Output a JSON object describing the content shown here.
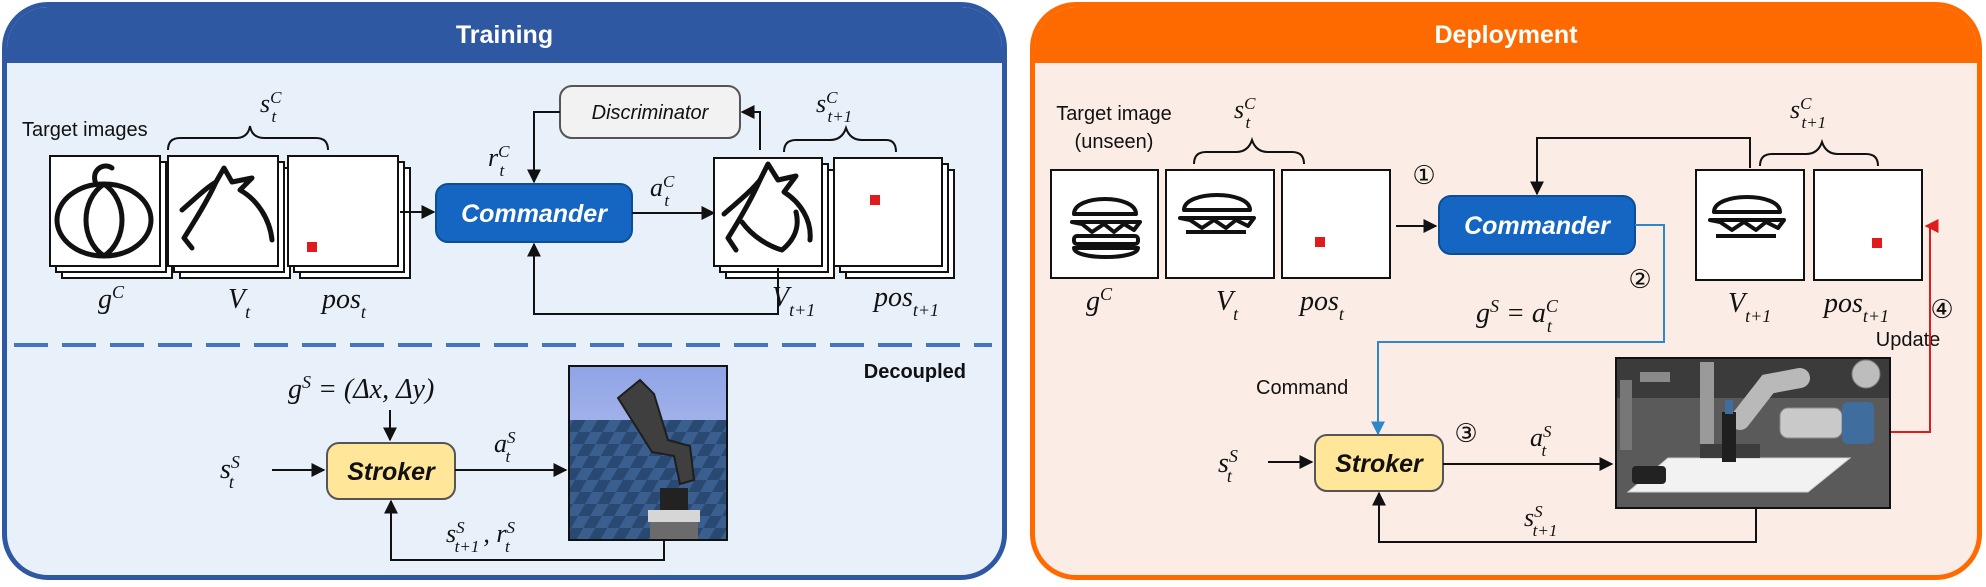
{
  "training": {
    "title": "Training",
    "target_images_label": "Target images",
    "discriminator_label": "Discriminator",
    "commander_label": "Commander",
    "stroker_label": "Stroker",
    "decoupled_label": "Decoupled",
    "math": {
      "s_c_t_main": "s",
      "s_c_t_sup": "C",
      "s_c_t_sub": "t",
      "r_c_t_main": "r",
      "r_c_t_sup": "C",
      "r_c_t_sub": "t",
      "a_c_t_main": "a",
      "a_c_t_sup": "C",
      "a_c_t_sub": "t",
      "s_c_t1_main": "s",
      "s_c_t1_sup": "C",
      "s_c_t1_sub": "t+1",
      "g_c_main": "g",
      "g_c_sup": "C",
      "v_t_main": "V",
      "v_t_sub": "t",
      "pos_t_main": "pos",
      "pos_t_sub": "t",
      "v_t1_main": "V",
      "v_t1_sub": "t+1",
      "pos_t1_main": "pos",
      "pos_t1_sub": "t+1",
      "g_s_main": "g",
      "g_s_sup": "S",
      "g_s_rest": " = (Δx, Δy)",
      "s_s_t_main": "s",
      "s_s_t_sup": "S",
      "s_s_t_sub": "t",
      "a_s_t_main": "a",
      "a_s_t_sup": "S",
      "a_s_t_sub": "t",
      "s_s_t1_main": "s",
      "s_s_t1_sup": "S",
      "s_s_t1_sub": "t+1",
      "r_s_t_main": "r",
      "r_s_t_sup": "S",
      "r_s_t_sub": "t"
    }
  },
  "deployment": {
    "title": "Deployment",
    "target_image_label_1": "Target image",
    "target_image_label_2": "(unseen)",
    "commander_label": "Commander",
    "stroker_label": "Stroker",
    "command_label": "Command",
    "update_label": "Update",
    "step1": "①",
    "step2": "②",
    "step3": "③",
    "step4": "④",
    "math": {
      "s_c_t_main": "s",
      "s_c_t_sup": "C",
      "s_c_t_sub": "t",
      "s_c_t1_main": "s",
      "s_c_t1_sup": "C",
      "s_c_t1_sub": "t+1",
      "g_c_main": "g",
      "g_c_sup": "C",
      "v_t_main": "V",
      "v_t_sub": "t",
      "pos_t_main": "pos",
      "pos_t_sub": "t",
      "v_t1_main": "V",
      "v_t1_sub": "t+1",
      "pos_t1_main": "pos",
      "pos_t1_sub": "t+1",
      "gs_eq_main": "g",
      "gs_eq_sup": "S",
      "gs_eq_mid": " = a",
      "gs_eq_sup2": "C",
      "gs_eq_sub2": "t",
      "s_s_t_main": "s",
      "s_s_t_sup": "S",
      "s_s_t_sub": "t",
      "a_s_t_main": "a",
      "a_s_t_sup": "S",
      "a_s_t_sub": "t",
      "s_s_t1_main": "s",
      "s_s_t1_sup": "S",
      "s_s_t1_sub": "t+1"
    }
  },
  "colors": {
    "training_border": "#2e58a2",
    "training_bg": "#e8f0fa",
    "deploy_border": "#ff6a00",
    "deploy_bg": "#fbece5",
    "commander_fill": "#1466c2",
    "stroker_fill": "#ffe699",
    "marker_red": "#e01b1b",
    "command_arrow": "#2f86c8",
    "update_arrow": "#e01b1b"
  }
}
